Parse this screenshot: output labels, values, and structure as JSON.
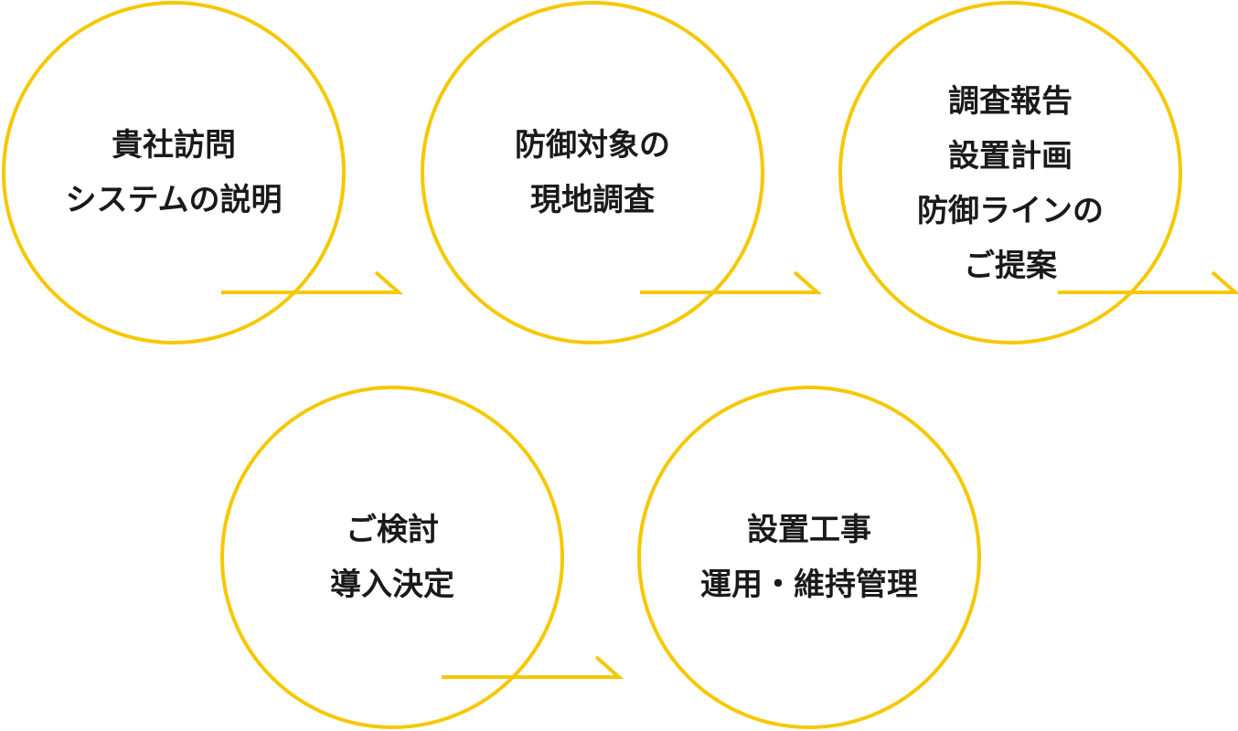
{
  "colors": {
    "accent": "#F5C800",
    "text": "#1a1a1a"
  },
  "steps": [
    {
      "lines": [
        "貴社訪問",
        "システムの説明"
      ]
    },
    {
      "lines": [
        "防御対象の",
        "現地調査"
      ]
    },
    {
      "lines": [
        "調査報告",
        "設置計画",
        "防御ラインの",
        "ご提案"
      ]
    },
    {
      "lines": [
        "ご検討",
        "導入決定"
      ]
    },
    {
      "lines": [
        "設置工事",
        "運用・維持管理"
      ]
    }
  ]
}
